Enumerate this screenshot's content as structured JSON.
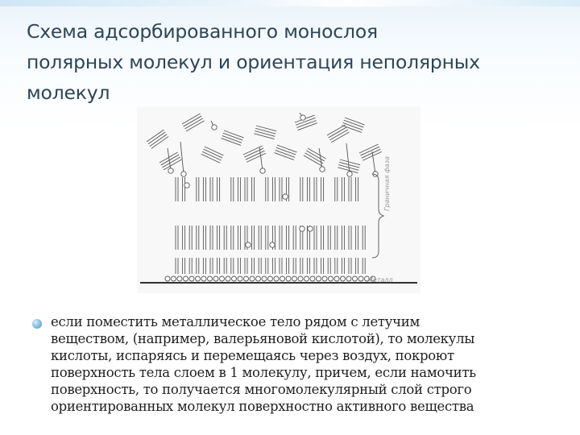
{
  "slide": {
    "title_lines": [
      "Схема адсорбированного монослоя",
      "полярных молекул и ориентация неполярных",
      "молекул"
    ],
    "figure": {
      "labels": {
        "surface": "Металл",
        "oriented_layer": "Граничная фаза"
      }
    },
    "bullet": {
      "lines": [
        "если поместить металлическое тело рядом с летучим",
        "веществом, (например, валерьяновой кислотой), то молекулы",
        "кислоты, испаряясь и перемещаясь через воздух, покроют",
        "поверхность тела слоем в 1 молекулу, причем, если намочить",
        "поверхность, то получается многомолекулярный слой строго",
        "ориентированных молекул поверхностно активного вещества"
      ]
    }
  }
}
